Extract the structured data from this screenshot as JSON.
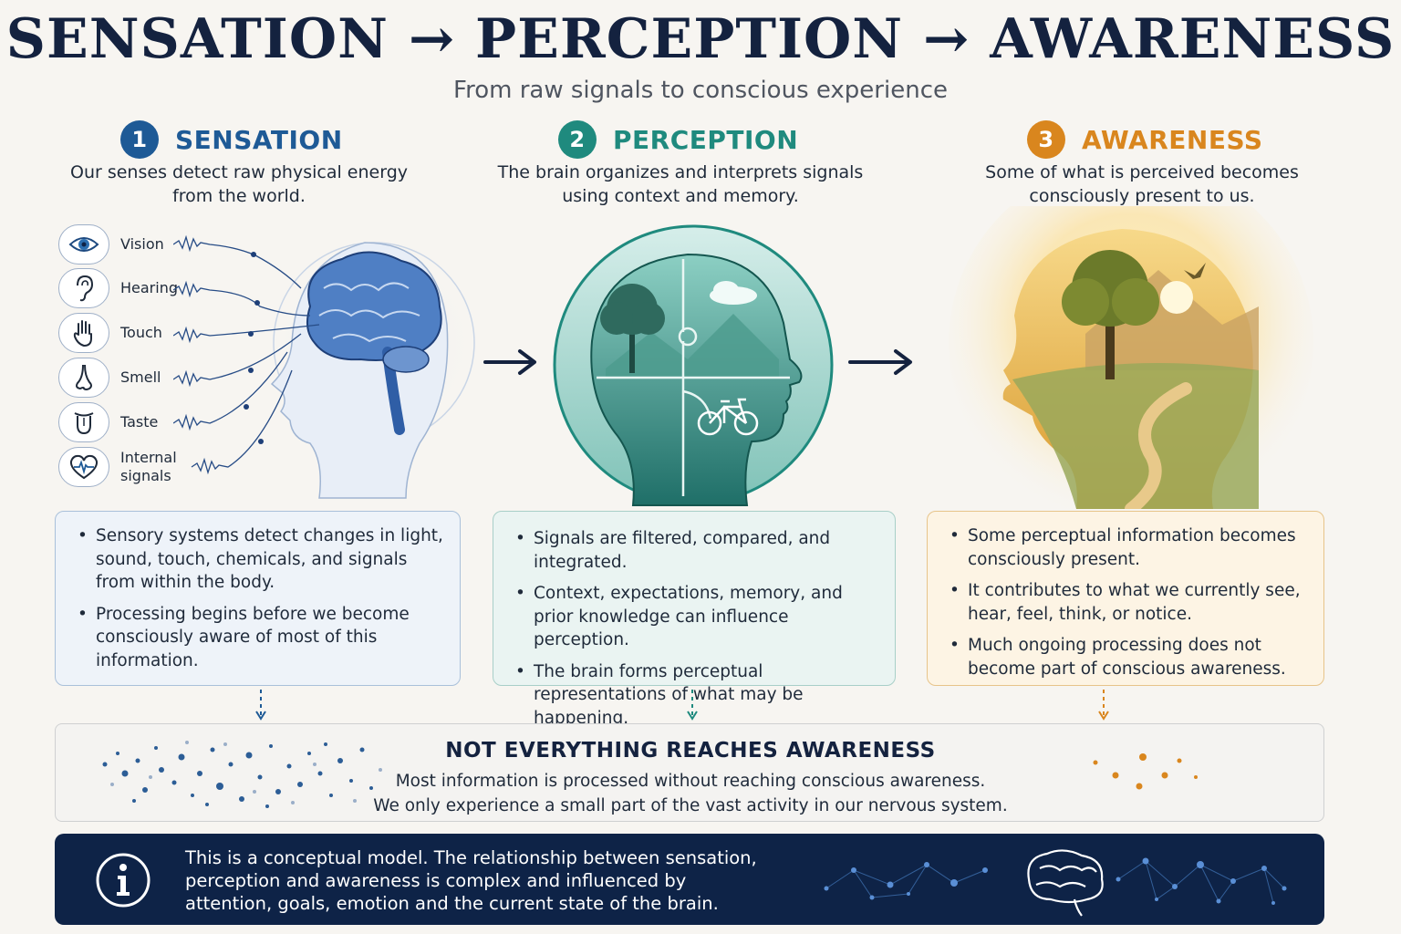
{
  "title": "SENSATION → PERCEPTION → AWARENESS",
  "subtitle": "From raw signals to conscious experience",
  "columns": [
    {
      "number": "1",
      "heading": "SENSATION",
      "description": "Our senses detect raw physical energy from the world.",
      "color": "#1e5a96",
      "bullets": [
        "Sensory systems detect changes in light, sound, touch, chemicals, and signals from within the body.",
        "Processing begins before we become consciously aware of most of this information."
      ]
    },
    {
      "number": "2",
      "heading": "PERCEPTION",
      "description": "The brain organizes and interprets signals using context and memory.",
      "color": "#1f8a7e",
      "bullets": [
        "Signals are filtered, compared, and integrated.",
        "Context, expectations, memory, and prior knowledge can influence perception.",
        "The brain forms perceptual representations of what may be happening."
      ]
    },
    {
      "number": "3",
      "heading": "AWARENESS",
      "description": "Some of what is perceived becomes consciously present to us.",
      "color": "#d9861e",
      "bullets": [
        "Some perceptual information becomes consciously present.",
        "It contributes to what we currently see, hear, feel, think, or notice.",
        "Much ongoing processing does not become part of conscious awareness."
      ]
    }
  ],
  "senses": [
    {
      "label": "Vision",
      "icon": "eye-icon"
    },
    {
      "label": "Hearing",
      "icon": "ear-icon"
    },
    {
      "label": "Touch",
      "icon": "hand-icon"
    },
    {
      "label": "Smell",
      "icon": "nose-icon"
    },
    {
      "label": "Taste",
      "icon": "tongue-icon"
    },
    {
      "label": "Internal signals",
      "icon": "heart-pulse-icon"
    }
  ],
  "not_everything": {
    "title": "NOT EVERYTHING REACHES AWARENESS",
    "line1": "Most information is processed without reaching conscious awareness.",
    "line2": "We only experience a small part of the vast activity in our nervous system."
  },
  "note": {
    "icon": "info-icon",
    "text": "This is a conceptual model. The relationship between sensation, perception and awareness is complex and influenced by attention, goals, emotion and the current state of the brain."
  }
}
